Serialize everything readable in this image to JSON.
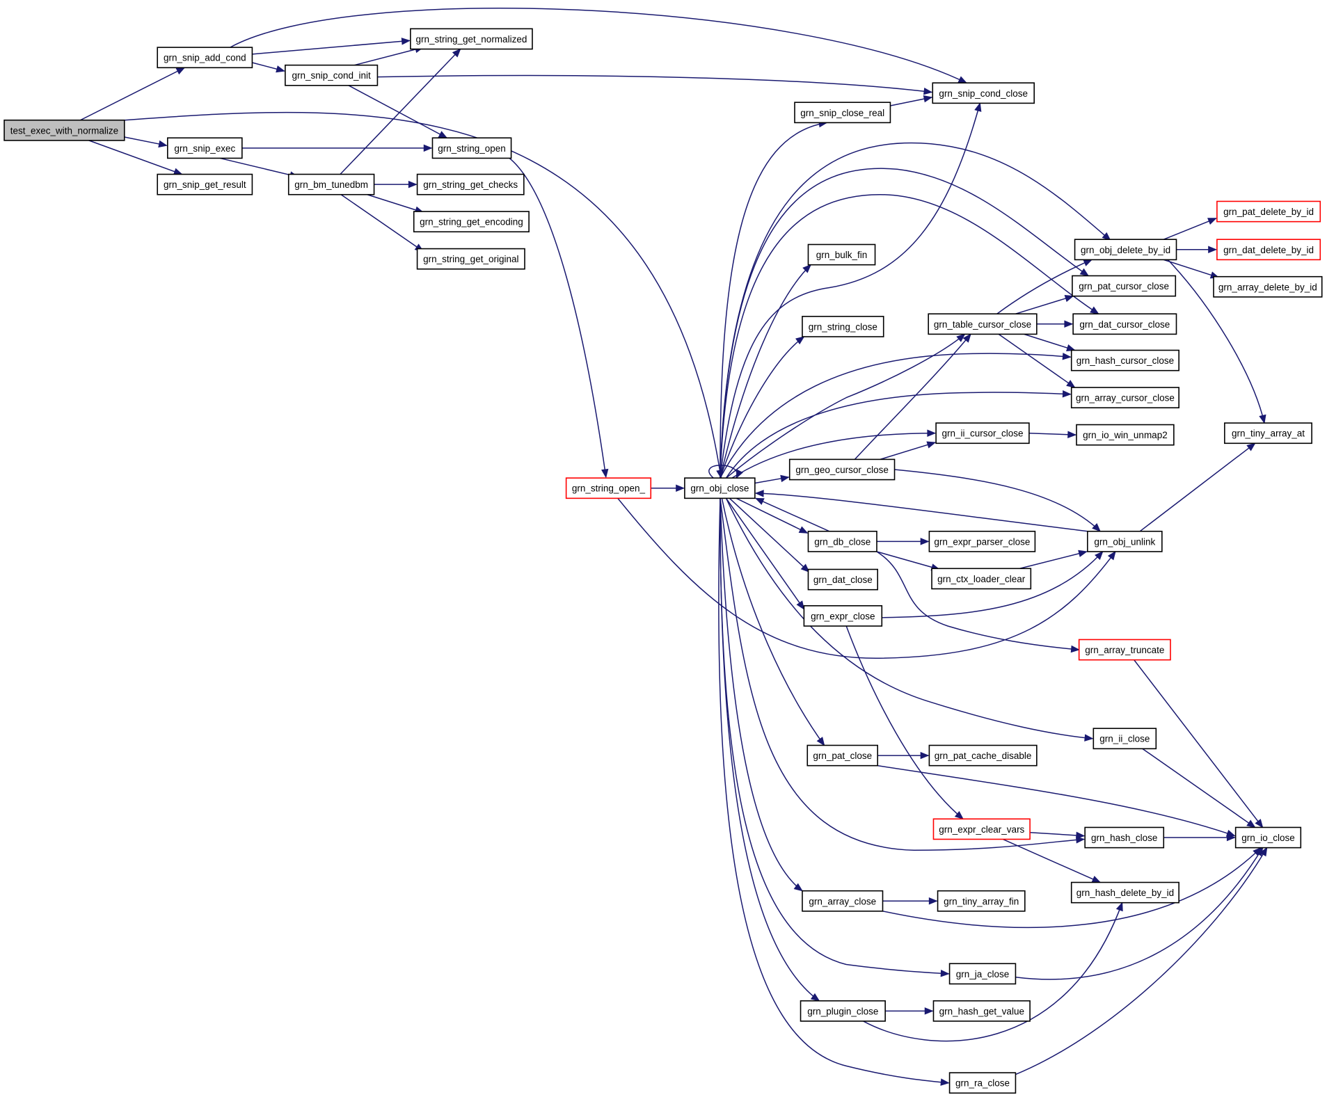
{
  "diagram": {
    "colors": {
      "edge": "#191970",
      "node_border": "#000000",
      "truncated_border": "#ff0000",
      "root_fill": "#bfbfbf",
      "node_fill": "#ffffff"
    },
    "nodes": {
      "test_exec_with_normalize": {
        "label": "test_exec_with_normalize",
        "root": true
      },
      "grn_snip_add_cond": {
        "label": "grn_snip_add_cond"
      },
      "grn_snip_exec": {
        "label": "grn_snip_exec"
      },
      "grn_snip_get_result": {
        "label": "grn_snip_get_result"
      },
      "grn_string_get_normalized": {
        "label": "grn_string_get_normalized"
      },
      "grn_snip_cond_init": {
        "label": "grn_snip_cond_init"
      },
      "grn_string_open": {
        "label": "grn_string_open"
      },
      "grn_bm_tunedbm": {
        "label": "grn_bm_tunedbm"
      },
      "grn_string_get_checks": {
        "label": "grn_string_get_checks"
      },
      "grn_string_get_encoding": {
        "label": "grn_string_get_encoding"
      },
      "grn_string_get_original": {
        "label": "grn_string_get_original"
      },
      "grn_string_open_": {
        "label": "grn_string_open_",
        "truncated": true
      },
      "grn_obj_close": {
        "label": "grn_obj_close"
      },
      "grn_snip_close_real": {
        "label": "grn_snip_close_real"
      },
      "grn_snip_cond_close": {
        "label": "grn_snip_cond_close"
      },
      "grn_bulk_fin": {
        "label": "grn_bulk_fin"
      },
      "grn_string_close": {
        "label": "grn_string_close"
      },
      "grn_geo_cursor_close": {
        "label": "grn_geo_cursor_close"
      },
      "grn_db_close": {
        "label": "grn_db_close"
      },
      "grn_dat_close": {
        "label": "grn_dat_close"
      },
      "grn_expr_close": {
        "label": "grn_expr_close"
      },
      "grn_pat_close": {
        "label": "grn_pat_close"
      },
      "grn_array_close": {
        "label": "grn_array_close"
      },
      "grn_plugin_close": {
        "label": "grn_plugin_close"
      },
      "grn_ja_close": {
        "label": "grn_ja_close"
      },
      "grn_ra_close": {
        "label": "grn_ra_close"
      },
      "grn_table_cursor_close": {
        "label": "grn_table_cursor_close"
      },
      "grn_ii_cursor_close": {
        "label": "grn_ii_cursor_close"
      },
      "grn_expr_parser_close": {
        "label": "grn_expr_parser_close"
      },
      "grn_ctx_loader_clear": {
        "label": "grn_ctx_loader_clear"
      },
      "grn_pat_cache_disable": {
        "label": "grn_pat_cache_disable"
      },
      "grn_expr_clear_vars": {
        "label": "grn_expr_clear_vars",
        "truncated": true
      },
      "grn_tiny_array_fin": {
        "label": "grn_tiny_array_fin"
      },
      "grn_hash_get_value": {
        "label": "grn_hash_get_value"
      },
      "grn_obj_delete_by_id": {
        "label": "grn_obj_delete_by_id"
      },
      "grn_pat_cursor_close": {
        "label": "grn_pat_cursor_close"
      },
      "grn_dat_cursor_close": {
        "label": "grn_dat_cursor_close"
      },
      "grn_hash_cursor_close": {
        "label": "grn_hash_cursor_close"
      },
      "grn_array_cursor_close": {
        "label": "grn_array_cursor_close"
      },
      "grn_io_win_unmap2": {
        "label": "grn_io_win_unmap2"
      },
      "grn_obj_unlink": {
        "label": "grn_obj_unlink"
      },
      "grn_array_truncate": {
        "label": "grn_array_truncate",
        "truncated": true
      },
      "grn_ii_close": {
        "label": "grn_ii_close"
      },
      "grn_hash_close": {
        "label": "grn_hash_close"
      },
      "grn_hash_delete_by_id": {
        "label": "grn_hash_delete_by_id"
      },
      "grn_pat_delete_by_id": {
        "label": "grn_pat_delete_by_id",
        "truncated": true
      },
      "grn_dat_delete_by_id": {
        "label": "grn_dat_delete_by_id",
        "truncated": true
      },
      "grn_array_delete_by_id": {
        "label": "grn_array_delete_by_id"
      },
      "grn_tiny_array_at": {
        "label": "grn_tiny_array_at"
      },
      "grn_io_close": {
        "label": "grn_io_close"
      }
    },
    "edges": [
      [
        "test_exec_with_normalize",
        "grn_snip_add_cond"
      ],
      [
        "test_exec_with_normalize",
        "grn_snip_exec"
      ],
      [
        "test_exec_with_normalize",
        "grn_snip_get_result"
      ],
      [
        "test_exec_with_normalize",
        "grn_obj_close"
      ],
      [
        "grn_snip_add_cond",
        "grn_string_get_normalized"
      ],
      [
        "grn_snip_add_cond",
        "grn_snip_cond_init"
      ],
      [
        "grn_snip_add_cond",
        "grn_snip_cond_close"
      ],
      [
        "grn_snip_cond_init",
        "grn_string_get_normalized"
      ],
      [
        "grn_snip_cond_init",
        "grn_string_open"
      ],
      [
        "grn_snip_cond_init",
        "grn_snip_cond_close"
      ],
      [
        "grn_snip_exec",
        "grn_string_open"
      ],
      [
        "grn_snip_exec",
        "grn_bm_tunedbm"
      ],
      [
        "grn_bm_tunedbm",
        "grn_string_get_normalized"
      ],
      [
        "grn_bm_tunedbm",
        "grn_string_get_checks"
      ],
      [
        "grn_bm_tunedbm",
        "grn_string_get_encoding"
      ],
      [
        "grn_bm_tunedbm",
        "grn_string_get_original"
      ],
      [
        "grn_string_open",
        "grn_string_open_"
      ],
      [
        "grn_string_open_",
        "grn_obj_close"
      ],
      [
        "grn_string_open_",
        "grn_obj_unlink"
      ],
      [
        "grn_obj_close",
        "grn_obj_close"
      ],
      [
        "grn_obj_close",
        "grn_snip_close_real"
      ],
      [
        "grn_obj_close",
        "grn_snip_cond_close"
      ],
      [
        "grn_obj_close",
        "grn_obj_delete_by_id"
      ],
      [
        "grn_obj_close",
        "grn_pat_cursor_close"
      ],
      [
        "grn_obj_close",
        "grn_dat_cursor_close"
      ],
      [
        "grn_obj_close",
        "grn_bulk_fin"
      ],
      [
        "grn_obj_close",
        "grn_string_close"
      ],
      [
        "grn_obj_close",
        "grn_table_cursor_close"
      ],
      [
        "grn_obj_close",
        "grn_hash_cursor_close"
      ],
      [
        "grn_obj_close",
        "grn_array_cursor_close"
      ],
      [
        "grn_obj_close",
        "grn_ii_cursor_close"
      ],
      [
        "grn_obj_close",
        "grn_geo_cursor_close"
      ],
      [
        "grn_obj_close",
        "grn_db_close"
      ],
      [
        "grn_obj_close",
        "grn_dat_close"
      ],
      [
        "grn_obj_close",
        "grn_expr_close"
      ],
      [
        "grn_obj_close",
        "grn_ii_close"
      ],
      [
        "grn_obj_close",
        "grn_pat_close"
      ],
      [
        "grn_obj_close",
        "grn_hash_close"
      ],
      [
        "grn_obj_close",
        "grn_array_close"
      ],
      [
        "grn_obj_close",
        "grn_ja_close"
      ],
      [
        "grn_obj_close",
        "grn_plugin_close"
      ],
      [
        "grn_obj_close",
        "grn_ra_close"
      ],
      [
        "grn_snip_close_real",
        "grn_snip_cond_close"
      ],
      [
        "grn_table_cursor_close",
        "grn_obj_delete_by_id"
      ],
      [
        "grn_table_cursor_close",
        "grn_pat_cursor_close"
      ],
      [
        "grn_table_cursor_close",
        "grn_dat_cursor_close"
      ],
      [
        "grn_table_cursor_close",
        "grn_hash_cursor_close"
      ],
      [
        "grn_table_cursor_close",
        "grn_array_cursor_close"
      ],
      [
        "grn_geo_cursor_close",
        "grn_table_cursor_close"
      ],
      [
        "grn_geo_cursor_close",
        "grn_ii_cursor_close"
      ],
      [
        "grn_geo_cursor_close",
        "grn_obj_unlink"
      ],
      [
        "grn_ii_cursor_close",
        "grn_io_win_unmap2"
      ],
      [
        "grn_db_close",
        "grn_obj_close"
      ],
      [
        "grn_db_close",
        "grn_expr_parser_close"
      ],
      [
        "grn_db_close",
        "grn_ctx_loader_clear"
      ],
      [
        "grn_db_close",
        "grn_array_truncate"
      ],
      [
        "grn_ctx_loader_clear",
        "grn_obj_unlink"
      ],
      [
        "grn_expr_close",
        "grn_obj_unlink"
      ],
      [
        "grn_expr_close",
        "grn_expr_clear_vars"
      ],
      [
        "grn_obj_unlink",
        "grn_obj_close"
      ],
      [
        "grn_obj_unlink",
        "grn_tiny_array_at"
      ],
      [
        "grn_obj_delete_by_id",
        "grn_pat_delete_by_id"
      ],
      [
        "grn_obj_delete_by_id",
        "grn_dat_delete_by_id"
      ],
      [
        "grn_obj_delete_by_id",
        "grn_array_delete_by_id"
      ],
      [
        "grn_obj_delete_by_id",
        "grn_tiny_array_at"
      ],
      [
        "grn_array_truncate",
        "grn_io_close"
      ],
      [
        "grn_ii_close",
        "grn_io_close"
      ],
      [
        "grn_pat_close",
        "grn_pat_cache_disable"
      ],
      [
        "grn_pat_close",
        "grn_io_close"
      ],
      [
        "grn_expr_clear_vars",
        "grn_hash_close"
      ],
      [
        "grn_expr_clear_vars",
        "grn_hash_delete_by_id"
      ],
      [
        "grn_hash_close",
        "grn_io_close"
      ],
      [
        "grn_array_close",
        "grn_tiny_array_fin"
      ],
      [
        "grn_array_close",
        "grn_io_close"
      ],
      [
        "grn_ja_close",
        "grn_io_close"
      ],
      [
        "grn_plugin_close",
        "grn_hash_get_value"
      ],
      [
        "grn_plugin_close",
        "grn_hash_delete_by_id"
      ],
      [
        "grn_ra_close",
        "grn_io_close"
      ]
    ]
  }
}
